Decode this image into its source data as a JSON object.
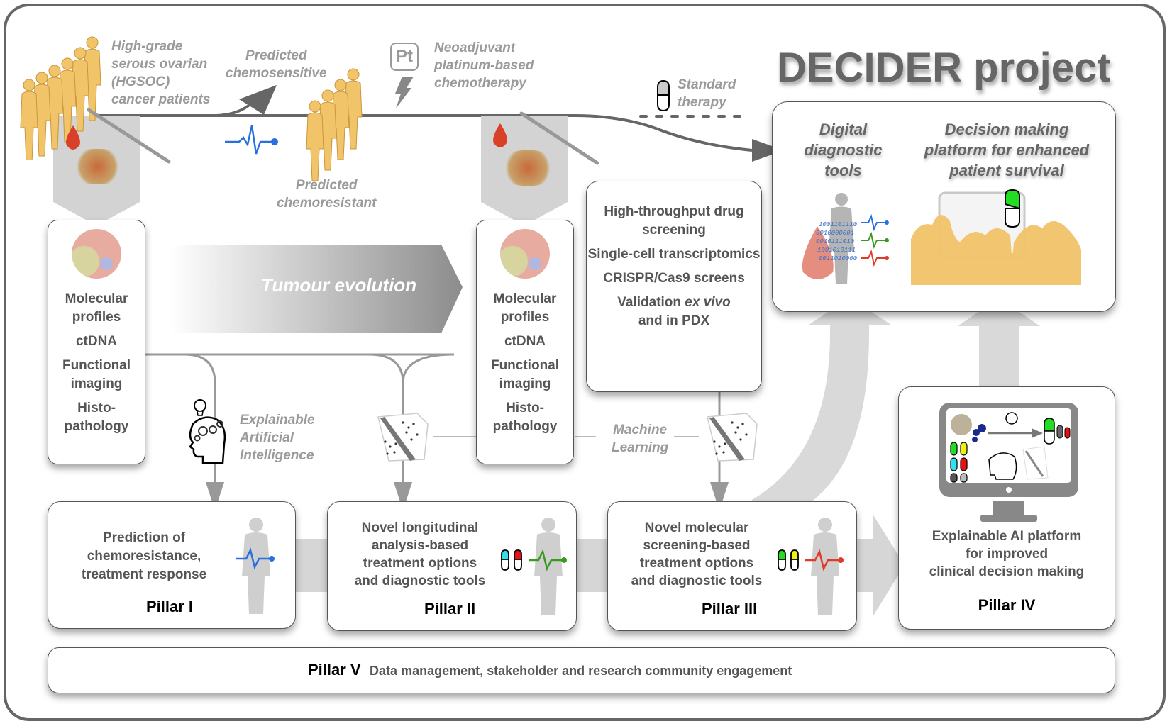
{
  "title": "DECIDER project",
  "top_labels": {
    "patients": [
      "High-grade",
      "serous ovarian",
      "(HGSOC)",
      "cancer patients"
    ],
    "chemosensitive": [
      "Predicted",
      "chemosensitive"
    ],
    "chemoresistant": [
      "Predicted",
      "chemoresistant"
    ],
    "chemo": [
      "Neoadjuvant",
      "platinum-based",
      "chemotherapy"
    ],
    "pt_symbol": "Pt",
    "standard": [
      "Standard",
      "therapy"
    ]
  },
  "evolution_label": "Tumour evolution",
  "sample_boxes": [
    {
      "items": [
        "Molecular profiles",
        "ctDNA",
        "Functional imaging",
        "Histo- pathology"
      ]
    },
    {
      "items": [
        "Molecular profiles",
        "ctDNA",
        "Functional imaging",
        "Histo- pathology"
      ]
    }
  ],
  "screening_box": {
    "items": [
      "High-throughput drug screening",
      "Single-cell transcriptomics",
      "CRISPR/Cas9 screens"
    ],
    "last_prefix": "Validation ",
    "last_italic": "ex vivo",
    "last_suffix": "and in PDX"
  },
  "xai_label": [
    "Explainable",
    "Artificial",
    "Intelligence"
  ],
  "ml_label": [
    "Machine",
    "Learning"
  ],
  "goals": {
    "digital": [
      "Digital",
      "diagnostic",
      "tools"
    ],
    "decision": [
      "Decision making",
      "platform for enhanced",
      "patient survival"
    ]
  },
  "binary_text": [
    "1001101110",
    "0010000001",
    "0010111010",
    "1001010111",
    "0011010000"
  ],
  "pillars": [
    {
      "name": "Pillar I",
      "text": [
        "Prediction of",
        "chemoresistance,",
        "treatment response"
      ],
      "wave_color": "#2a6fe0"
    },
    {
      "name": "Pillar II",
      "text": [
        "Novel longitudinal",
        "analysis-based",
        "treatment options",
        "and diagnostic tools"
      ],
      "wave_color": "#3a9a20",
      "pills": [
        "#33e0f0",
        "#e81010"
      ]
    },
    {
      "name": "Pillar III",
      "text": [
        "Novel molecular",
        "screening-based",
        "treatment options",
        "and diagnostic tools"
      ],
      "wave_color": "#e03a2a",
      "pills": [
        "#22dd22",
        "#f0f010"
      ]
    },
    {
      "name": "Pillar IV",
      "text": [
        "Explainable AI platform",
        "for improved",
        "clinical decision making"
      ]
    }
  ],
  "pillar5": {
    "name": "Pillar V",
    "text": "Data management, stakeholder and research community engagement"
  },
  "colors": {
    "figure": "#f2c46a",
    "blood": "#d8402a",
    "accent_gray": "#666666",
    "light_gray": "#d4d4d4"
  }
}
